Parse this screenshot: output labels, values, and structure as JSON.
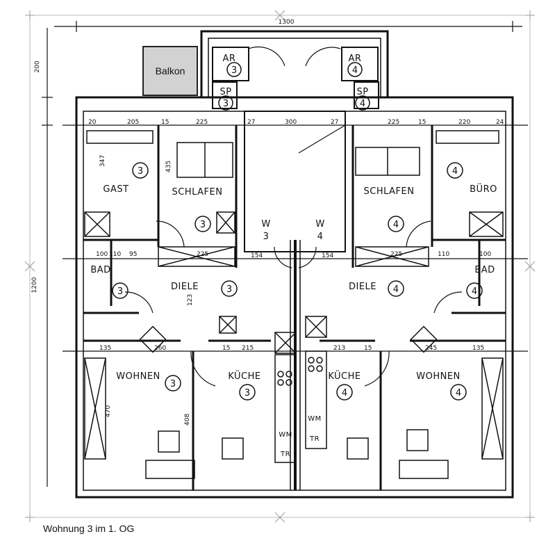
{
  "caption": "Wohnung 3 im 1. OG",
  "balkon_label": "Balkon",
  "dimensions": {
    "overall_width": "1300",
    "left_height_top": "200",
    "left_height_main": "1200",
    "gast_width": "205",
    "schlafen3_width": "225",
    "stair_width": "300",
    "schlafen4_width": "225",
    "buero_width": "220",
    "wall_20": "20",
    "wall_15a": "15",
    "wall_15b": "15",
    "wall_27a": "27",
    "wall_27b": "27",
    "wall_24": "24",
    "gast_depth": "347",
    "schlafen_depth": "435",
    "bad_w100": "100",
    "bad_w110": "110",
    "diele_95": "95",
    "diele_225_l": "225",
    "diele_154_l": "154",
    "diele_154_r": "154",
    "diele_225_r": "225",
    "bad_r_110": "110",
    "bad_r_100": "100",
    "diele_depth": "123",
    "kueche_215": "215",
    "kueche_213": "213",
    "wohnen_260": "260",
    "wohnen_245": "245",
    "wohnen_135_l": "135",
    "wohnen_135_r": "135",
    "wohnen_depth": "470",
    "couch_len": "408",
    "wall_15c": "15",
    "wall_15d": "15"
  },
  "rooms": {
    "ar3": "AR",
    "ar4": "AR",
    "sp3": "SP",
    "sp4": "SP",
    "gast": "GAST",
    "schlafen3": "SCHLAFEN",
    "schlafen4": "SCHLAFEN",
    "buero": "BÜRO",
    "bad3": "BAD",
    "bad4": "BAD",
    "diele3": "DIELE",
    "diele4": "DIELE",
    "kueche3": "KÜCHE",
    "kueche4": "KÜCHE",
    "wohnen3": "WOHNEN",
    "wohnen4": "WOHNEN",
    "w3_top": "W",
    "w3_num": "3",
    "w4_top": "W",
    "w4_num": "4",
    "wm": "WM",
    "tr": "TR"
  },
  "unit_numbers": {
    "three": "3",
    "four": "4"
  }
}
